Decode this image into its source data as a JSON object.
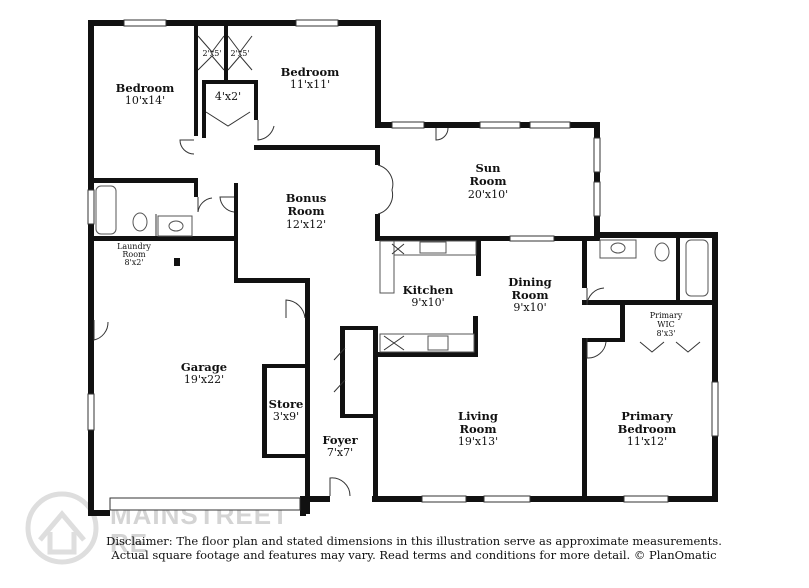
{
  "rooms": {
    "bedroom_a": {
      "name": "Bedroom",
      "dim": "10'x14'"
    },
    "bedroom_b": {
      "name": "Bedroom",
      "dim": "11'x11'"
    },
    "closet_a": {
      "dim": "2'x5'"
    },
    "closet_b": {
      "dim": "2'x5'"
    },
    "closet_c": {
      "dim": "4'x2'"
    },
    "sun_room": {
      "name1": "Sun",
      "name2": "Room",
      "dim": "20'x10'"
    },
    "bonus_room": {
      "name1": "Bonus",
      "name2": "Room",
      "dim": "12'x12'"
    },
    "laundry": {
      "name1": "Laundry",
      "name2": "Room",
      "dim": "8'x2'"
    },
    "kitchen": {
      "name": "Kitchen",
      "dim": "9'x10'"
    },
    "dining_room": {
      "name1": "Dining",
      "name2": "Room",
      "dim": "9'x10'"
    },
    "primary_wic": {
      "name1": "Primary",
      "name2": "WIC",
      "dim": "8'x3'"
    },
    "garage": {
      "name": "Garage",
      "dim": "19'x22'"
    },
    "store": {
      "name": "Store",
      "dim": "3'x9'"
    },
    "living_room": {
      "name1": "Living",
      "name2": "Room",
      "dim": "19'x13'"
    },
    "primary_bedroom": {
      "name1": "Primary",
      "name2": "Bedroom",
      "dim": "11'x12'"
    },
    "foyer": {
      "name": "Foyer",
      "dim": "7'x7'"
    }
  },
  "disclaimer": {
    "line1": "Disclaimer: The floor plan and stated dimensions in this illustration serve as approximate measurements.",
    "line2": "Actual square footage and features may vary. Read terms and conditions for more detail. © PlanOmatic"
  },
  "watermark": {
    "line1": "MAINSTREET",
    "line2": "RE"
  }
}
